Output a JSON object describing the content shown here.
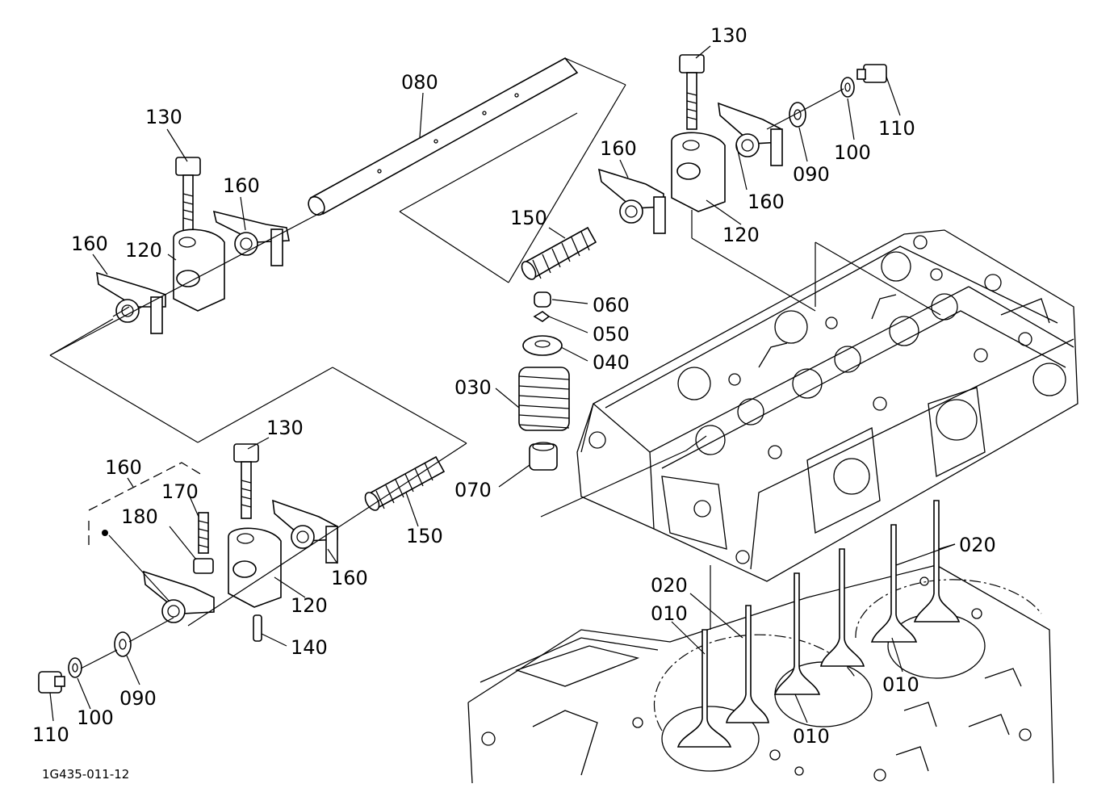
{
  "figure_code": "1G435-011-12",
  "callouts": {
    "shaft": "080",
    "bolt_top_left": "130",
    "bolt_top_right": "130",
    "bolt_bottom": "130",
    "arm_tl_a": "160",
    "arm_tl_b": "160",
    "arm_tr_a": "160",
    "arm_tr_b": "160",
    "arm_bottom_right": "160",
    "arm_bottom_group": "160",
    "bracket_top_left": "120",
    "bracket_top_right": "120",
    "bracket_bottom": "120",
    "spring_top": "150",
    "spring_bottom": "150",
    "washer_top_right": "090",
    "washer_bottom": "090",
    "washer_small_top_right": "100",
    "washer_small_bottom": "100",
    "plug_top_right": "110",
    "plug_bottom": "110",
    "cotter": "060",
    "collet": "050",
    "retainer": "040",
    "valve_spring": "030",
    "stem_seal": "070",
    "adjust_screw": "170",
    "lock_nut": "180",
    "pin": "140",
    "guide_upper": "020",
    "guide_left": "020",
    "valve_left": "010",
    "valve_mid": "010",
    "valve_right": "010"
  }
}
